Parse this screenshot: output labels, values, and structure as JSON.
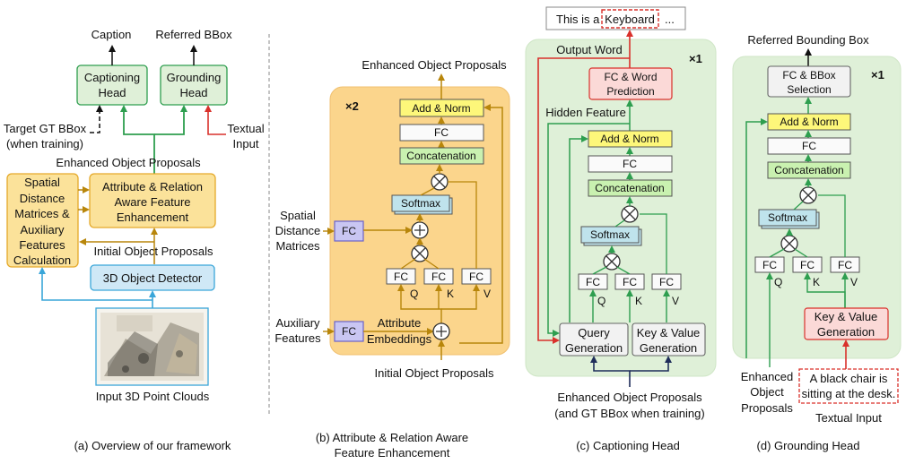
{
  "panel_a": {
    "caption_top": "Caption",
    "referred_top": "Referred BBox",
    "captioning_head": [
      "Captioning",
      "Head"
    ],
    "grounding_head": [
      "Grounding",
      "Head"
    ],
    "target_gt": [
      "Target GT BBox",
      "(when training)"
    ],
    "textual_input": [
      "Textual",
      "Input"
    ],
    "enhanced_proposals": "Enhanced Object  Proposals",
    "spatial_box": [
      "Spatial",
      "Distance",
      "Matrices &",
      "Auxiliary",
      "Features",
      "Calculation"
    ],
    "attr_box": [
      "Attribute & Relation",
      "Aware Feature",
      "Enhancement"
    ],
    "initial_proposals": "Initial Object  Proposals",
    "detector": "3D Object Detector",
    "point_clouds": "Input 3D Point Clouds",
    "caption": "(a) Overview of our framework"
  },
  "panel_b": {
    "title": "Enhanced Object Proposals",
    "repeat": "×2",
    "add_norm": "Add & Norm",
    "fc": "FC",
    "concat": "Concatenation",
    "softmax": "Softmax",
    "q": "Q",
    "k": "K",
    "v": "V",
    "spatial_input": [
      "Spatial",
      "Distance",
      "Matrices"
    ],
    "aux_input": [
      "Auxiliary",
      "Features"
    ],
    "attr_embed": [
      "Attribute",
      "Embeddings"
    ],
    "initial": "Initial Object Proposals",
    "caption": [
      "(b) Attribute & Relation Aware",
      "Feature Enhancement"
    ]
  },
  "panel_c": {
    "sentence_prefix": "This is a",
    "sentence_word": "Keyboard",
    "sentence_suffix": "...",
    "output_word": "Output Word",
    "repeat": "×1",
    "fc_word": [
      "FC & Word",
      "Prediction"
    ],
    "hidden_feature": "Hidden Feature",
    "add_norm": "Add & Norm",
    "fc": "FC",
    "concat": "Concatenation",
    "softmax": "Softmax",
    "q": "Q",
    "k": "K",
    "v": "V",
    "query_gen": [
      "Query",
      "Generation"
    ],
    "kv_gen": [
      "Key & Value",
      "Generation"
    ],
    "input": [
      "Enhanced Object Proposals",
      "(and GT BBox when training)"
    ],
    "caption": "(c) Captioning Head"
  },
  "panel_d": {
    "title": "Referred Bounding Box",
    "repeat": "×1",
    "fc_bbox": [
      "FC & BBox",
      "Selection"
    ],
    "add_norm": "Add & Norm",
    "fc": "FC",
    "concat": "Concatenation",
    "softmax": "Softmax",
    "q": "Q",
    "k": "K",
    "v": "V",
    "kv_gen": [
      "Key & Value",
      "Generation"
    ],
    "enhanced": [
      "Enhanced",
      "Object",
      "Proposals"
    ],
    "text_sample": [
      "A black chair is",
      "sitting at the desk."
    ],
    "textual_input": "Textual Input",
    "caption": "(d) Grounding Head"
  },
  "colors": {
    "green_fill": "#dff0d8",
    "green_stroke": "#2e9e4f",
    "yellow_fill": "#fbe29a",
    "yellow_stroke": "#e5a92a",
    "blue_fill": "#cfe8f6",
    "blue_stroke": "#3aa6d9",
    "orange_panel": "#fbd58c",
    "red": "#d9312b",
    "add_norm": "#fdf77a",
    "concat": "#c9f1b0",
    "softmax": "#bfe3ec",
    "fc_purple": "#c9c6f2",
    "navy": "#1f2d5a",
    "brown": "#b8860b"
  }
}
